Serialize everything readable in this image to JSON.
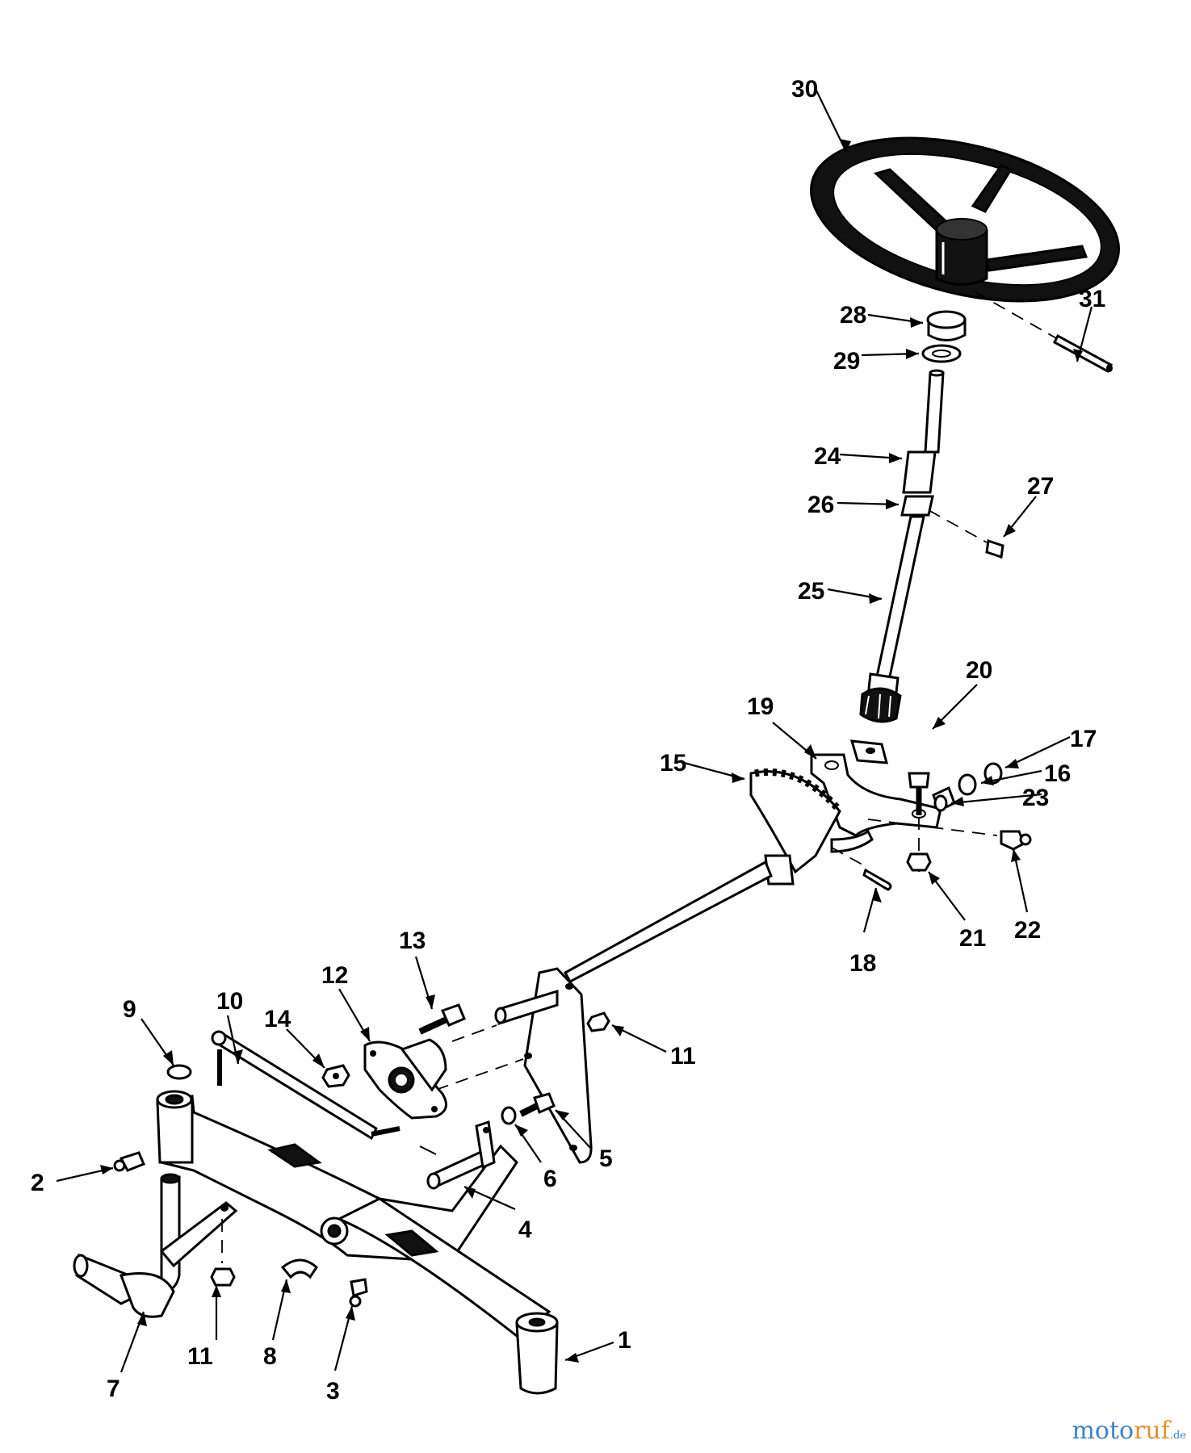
{
  "callouts": [
    {
      "id": "30",
      "text": "30"
    },
    {
      "id": "31",
      "text": "31"
    },
    {
      "id": "28",
      "text": "28"
    },
    {
      "id": "29",
      "text": "29"
    },
    {
      "id": "24",
      "text": "24"
    },
    {
      "id": "27",
      "text": "27"
    },
    {
      "id": "26",
      "text": "26"
    },
    {
      "id": "25",
      "text": "25"
    },
    {
      "id": "20",
      "text": "20"
    },
    {
      "id": "19",
      "text": "19"
    },
    {
      "id": "17",
      "text": "17"
    },
    {
      "id": "15",
      "text": "15"
    },
    {
      "id": "16",
      "text": "16"
    },
    {
      "id": "23",
      "text": "23"
    },
    {
      "id": "22",
      "text": "22"
    },
    {
      "id": "21",
      "text": "21"
    },
    {
      "id": "18",
      "text": "18"
    },
    {
      "id": "13",
      "text": "13"
    },
    {
      "id": "12",
      "text": "12"
    },
    {
      "id": "10",
      "text": "10"
    },
    {
      "id": "9",
      "text": "9"
    },
    {
      "id": "14",
      "text": "14"
    },
    {
      "id": "11a",
      "text": "11"
    },
    {
      "id": "5",
      "text": "5"
    },
    {
      "id": "6",
      "text": "6"
    },
    {
      "id": "2",
      "text": "2"
    },
    {
      "id": "4",
      "text": "4"
    },
    {
      "id": "1",
      "text": "1"
    },
    {
      "id": "7",
      "text": "7"
    },
    {
      "id": "11b",
      "text": "11"
    },
    {
      "id": "8",
      "text": "8"
    },
    {
      "id": "3",
      "text": "3"
    }
  ],
  "watermark": {
    "brand_a": "moto",
    "brand_b": "ruf",
    "tld": ".de"
  },
  "icons": [
    "steering-wheel-icon",
    "steering-shaft-icon",
    "sector-gear-icon",
    "front-axle-icon"
  ]
}
